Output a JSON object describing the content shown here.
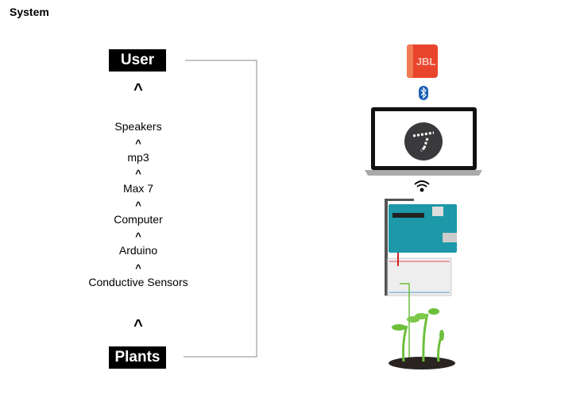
{
  "title": "System",
  "user_label": "User",
  "plants_label": "Plants",
  "caret": "^",
  "chain": [
    "Speakers",
    "mp3",
    "Max 7",
    "Computer",
    "Arduino",
    "Conductive Sensors"
  ],
  "speaker_brand": "JBL",
  "colors": {
    "box": "#000000",
    "speaker": "#e8452c",
    "bluetooth": "#1b5fb5",
    "arduino": "#1d98a8",
    "plant": "#6cbf3a"
  }
}
